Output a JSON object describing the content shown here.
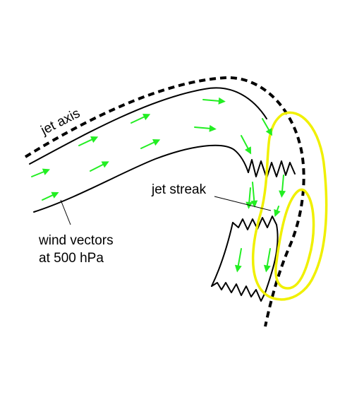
{
  "labels": {
    "jet_axis": "jet axis",
    "jet_streak": "jet streak",
    "wind_vectors_line1": "wind vectors",
    "wind_vectors_line2": "at 500 hPa"
  },
  "colors": {
    "wind_vector": "#22ee22",
    "jet_streak_outline": "#f0f000",
    "ink": "#000000",
    "background": "#ffffff"
  }
}
